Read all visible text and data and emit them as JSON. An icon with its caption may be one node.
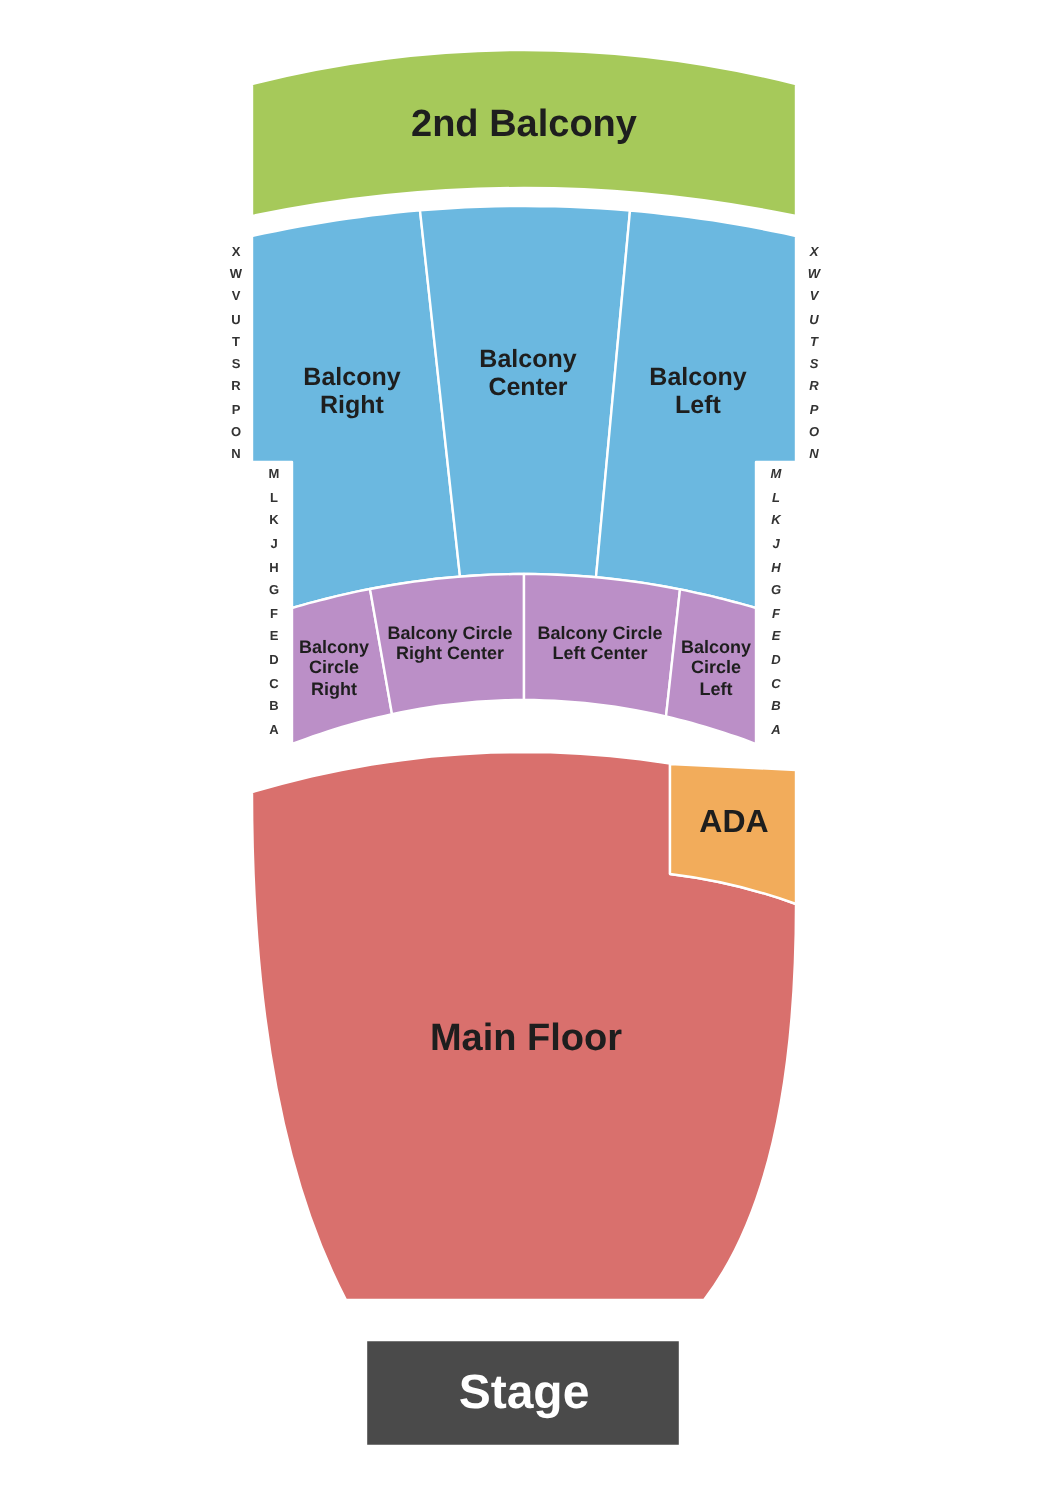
{
  "diagram": {
    "nodes": [
      {
        "text": [
          "2nd Balcony"
        ]
      },
      {
        "text": [
          "Balcony Right"
        ]
      },
      {
        "text": [
          "Balcony Center"
        ]
      },
      {
        "text": [
          "Balcony Left"
        ]
      },
      {
        "text": [
          "Balcony Circle Right"
        ]
      },
      {
        "text": [
          "Balcony Circle Right Center"
        ]
      },
      {
        "text": [
          "Balcony Circle Left Center"
        ]
      },
      {
        "text": [
          "Balcony Circle Left"
        ]
      },
      {
        "text": [
          "Main Floor"
        ]
      },
      {
        "text": [
          "ADA"
        ]
      },
      {
        "text": [
          "Stage"
        ]
      }
    ],
    "labels": [
      "X",
      "W",
      "V",
      "U",
      "T",
      "S",
      "R",
      "P",
      "O",
      "N",
      "M",
      "L",
      "K",
      "J",
      "H",
      "G",
      "F",
      "E",
      "D",
      "C",
      "B",
      "A",
      "X",
      "W",
      "V",
      "U",
      "T",
      "S",
      "R",
      "P",
      "O",
      "N",
      "M",
      "L",
      "K",
      "J",
      "H",
      "G",
      "F",
      "E",
      "D",
      "C",
      "B",
      "A"
    ]
  }
}
